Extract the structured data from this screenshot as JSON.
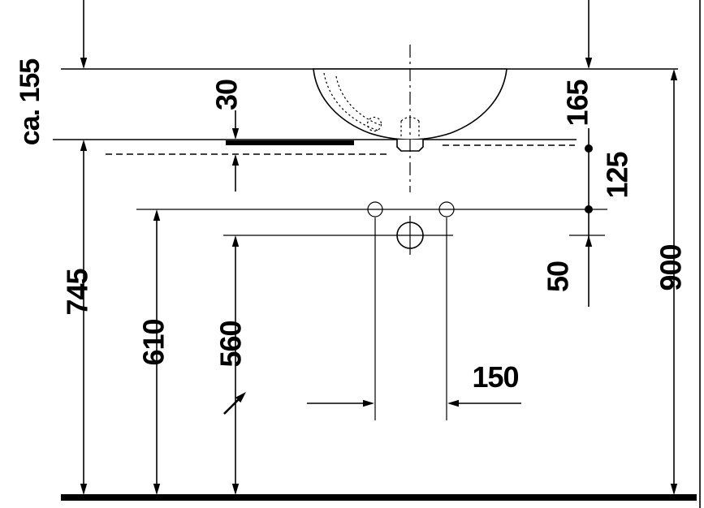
{
  "page": {
    "background": "#ffffff",
    "line_color": "#000000"
  },
  "drawing": {
    "type": "technical-dimension-drawing",
    "subject": "countertop vessel washbasin, side elevation with installation dimensions",
    "labels": {
      "ca155": "ca. 155",
      "n30": "30",
      "n165": "165",
      "n125": "125",
      "n745": "745",
      "n610": "610",
      "n560": "560",
      "n50": "50",
      "n900": "900",
      "n150": "150"
    }
  }
}
